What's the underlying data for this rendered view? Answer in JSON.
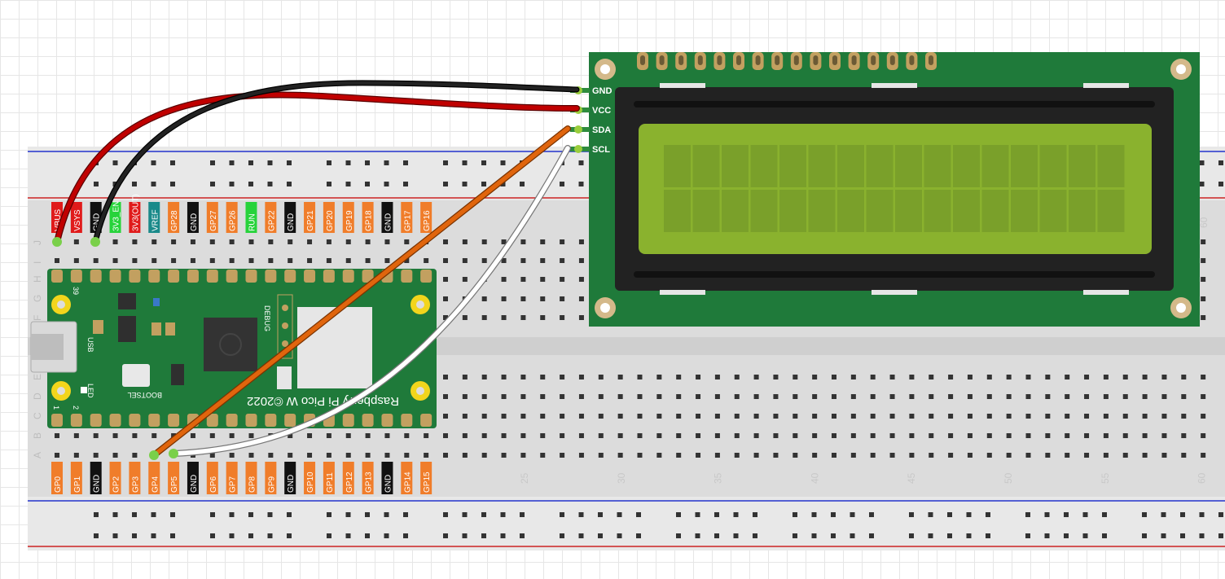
{
  "breadboard": {
    "column_numbers": [
      "25",
      "30",
      "35",
      "40",
      "45",
      "50",
      "55",
      "60"
    ],
    "top_column_number": "60",
    "row_letters_top": [
      "J",
      "I",
      "H",
      "G",
      "F"
    ],
    "row_letters_bottom": [
      "E",
      "D",
      "C",
      "B",
      "A"
    ]
  },
  "pico": {
    "top_pins": [
      {
        "label": "VBUS",
        "color": "#e01b1b"
      },
      {
        "label": "VSYS",
        "color": "#e01b1b"
      },
      {
        "label": "GND",
        "color": "#111111"
      },
      {
        "label": "3V3_EN",
        "color": "#27d33b"
      },
      {
        "label": "3V3(OUT)",
        "color": "#e01b1b"
      },
      {
        "label": "VREF",
        "color": "#1a8a8a"
      },
      {
        "label": "GP28",
        "color": "#f07d2a"
      },
      {
        "label": "GND",
        "color": "#111111"
      },
      {
        "label": "GP27",
        "color": "#f07d2a"
      },
      {
        "label": "GP26",
        "color": "#f07d2a"
      },
      {
        "label": "RUN",
        "color": "#27d33b"
      },
      {
        "label": "GP22",
        "color": "#f07d2a"
      },
      {
        "label": "GND",
        "color": "#111111"
      },
      {
        "label": "GP21",
        "color": "#f07d2a"
      },
      {
        "label": "GP20",
        "color": "#f07d2a"
      },
      {
        "label": "GP19",
        "color": "#f07d2a"
      },
      {
        "label": "GP18",
        "color": "#f07d2a"
      },
      {
        "label": "GND",
        "color": "#111111"
      },
      {
        "label": "GP17",
        "color": "#f07d2a"
      },
      {
        "label": "GP16",
        "color": "#f07d2a"
      }
    ],
    "bottom_pins": [
      {
        "label": "GP0",
        "color": "#f07d2a"
      },
      {
        "label": "GP1",
        "color": "#f07d2a"
      },
      {
        "label": "GND",
        "color": "#111111"
      },
      {
        "label": "GP2",
        "color": "#f07d2a"
      },
      {
        "label": "GP3",
        "color": "#f07d2a"
      },
      {
        "label": "GP4",
        "color": "#f07d2a"
      },
      {
        "label": "GP5",
        "color": "#f07d2a"
      },
      {
        "label": "GND",
        "color": "#111111"
      },
      {
        "label": "GP6",
        "color": "#f07d2a"
      },
      {
        "label": "GP7",
        "color": "#f07d2a"
      },
      {
        "label": "GP8",
        "color": "#f07d2a"
      },
      {
        "label": "GP9",
        "color": "#f07d2a"
      },
      {
        "label": "GND",
        "color": "#111111"
      },
      {
        "label": "GP10",
        "color": "#f07d2a"
      },
      {
        "label": "GP11",
        "color": "#f07d2a"
      },
      {
        "label": "GP12",
        "color": "#f07d2a"
      },
      {
        "label": "GP13",
        "color": "#f07d2a"
      },
      {
        "label": "GND",
        "color": "#111111"
      },
      {
        "label": "GP14",
        "color": "#f07d2a"
      },
      {
        "label": "GP15",
        "color": "#f07d2a"
      }
    ],
    "board_text": "Raspberry Pi Pico W ©2022",
    "bootsel_text": "BOOTSEL",
    "usb_text": "USB",
    "led_text": "LED",
    "debug_text": "DEBUG",
    "pin_num_39": "39",
    "pin_num_1": "1",
    "pin_num_2": "2",
    "board_color": "#1f7a3a"
  },
  "lcd": {
    "pins": [
      "GND",
      "VCC",
      "SDA",
      "SCL"
    ],
    "board_color": "#1f7a3a",
    "screen_color": "#8ab22e"
  },
  "wires": [
    {
      "from": "VBUS",
      "to": "VCC",
      "color": "#c00000"
    },
    {
      "from": "GND",
      "to": "GND",
      "color": "#111111"
    },
    {
      "from": "GP4",
      "to": "SDA",
      "color": "#e0650d"
    },
    {
      "from": "GP5",
      "to": "SCL",
      "color": "#ffffff"
    }
  ]
}
